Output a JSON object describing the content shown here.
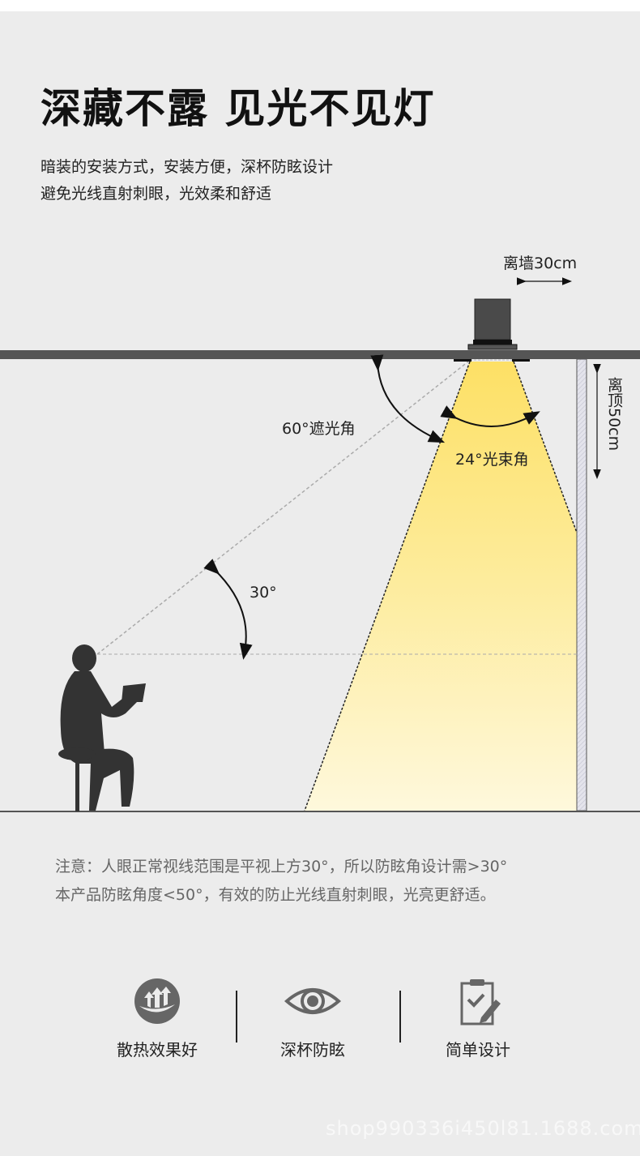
{
  "header": {
    "title": "深藏不露 见光不见灯",
    "subtitle_lines": [
      "暗装的安装方式，安装方便，深杯防眩设计",
      "避免光线直射刺眼，光效柔和舒适"
    ]
  },
  "diagram": {
    "wall_distance_label": "离墙30cm",
    "ceiling_distance_label": "离顶50cm",
    "shading_angle_label": "60°遮光角",
    "beam_angle_label": "24°光束角",
    "sight_angle_label": "30°",
    "colors": {
      "ceiling": "#555555",
      "lamp_body": "#4a4a4a",
      "beam_top": "#fde065",
      "beam_bottom": "#fef8d8",
      "wall": "#d8d8e0",
      "person": "#333333"
    }
  },
  "notes": [
    "注意：人眼正常视线范围是平视上方30°，所以防眩角设计需>30°",
    "本产品防眩角度<50°，有效的防止光线直射刺眼，光亮更舒适。"
  ],
  "features": [
    {
      "icon": "heat-dissipation-icon",
      "label": "散热效果好"
    },
    {
      "icon": "eye-icon",
      "label": "深杯防眩"
    },
    {
      "icon": "clipboard-pencil-icon",
      "label": "简单设计"
    }
  ],
  "watermark": "shop990336i450l81.1688.com"
}
